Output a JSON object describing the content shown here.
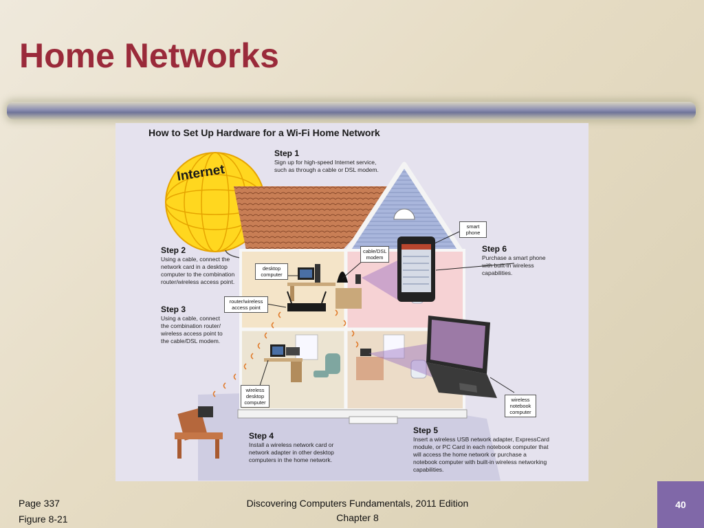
{
  "slide": {
    "title": "Home Networks",
    "page_number": "40",
    "footer_left": [
      "Page 337",
      "Figure 8-21"
    ],
    "footer_center": [
      "Discovering Computers Fundamentals, 2011 Edition",
      "Chapter 8"
    ],
    "colors": {
      "title": "#9a2a3a",
      "page_box": "#8068a8"
    }
  },
  "figure": {
    "title": "How to Set Up Hardware for a Wi-Fi Home Network",
    "internet_label": "Internet",
    "steps": [
      {
        "heading": "Step 1",
        "text": "Sign up for high-speed Internet service, such as through a cable or DSL modem."
      },
      {
        "heading": "Step 2",
        "text": "Using a cable, connect the network card in a desktop computer to the combination router/wireless access point."
      },
      {
        "heading": "Step 3",
        "text": "Using a cable, connect the combination router/ wireless access point to the cable/DSL modem."
      },
      {
        "heading": "Step 4",
        "text": "Install a wireless network card or network adapter in other desktop computers in the home network."
      },
      {
        "heading": "Step 5",
        "text": "Insert a wireless USB network adapter, ExpressCard module, or PC Card in each notebook computer that will access the home network or purchase a notebook computer with built-in wireless networking capabilities."
      },
      {
        "heading": "Step 6",
        "text": "Purchase a smart phone with built-in wireless capabilities."
      }
    ],
    "labels": {
      "desktop_computer": "desktop computer",
      "cable_dsl_modem": "cable/DSL modem",
      "router": "router/wireless access point",
      "wireless_desktop": "wireless desktop computer",
      "smart_phone": "smart phone",
      "wireless_notebook": "wireless notebook computer"
    }
  }
}
